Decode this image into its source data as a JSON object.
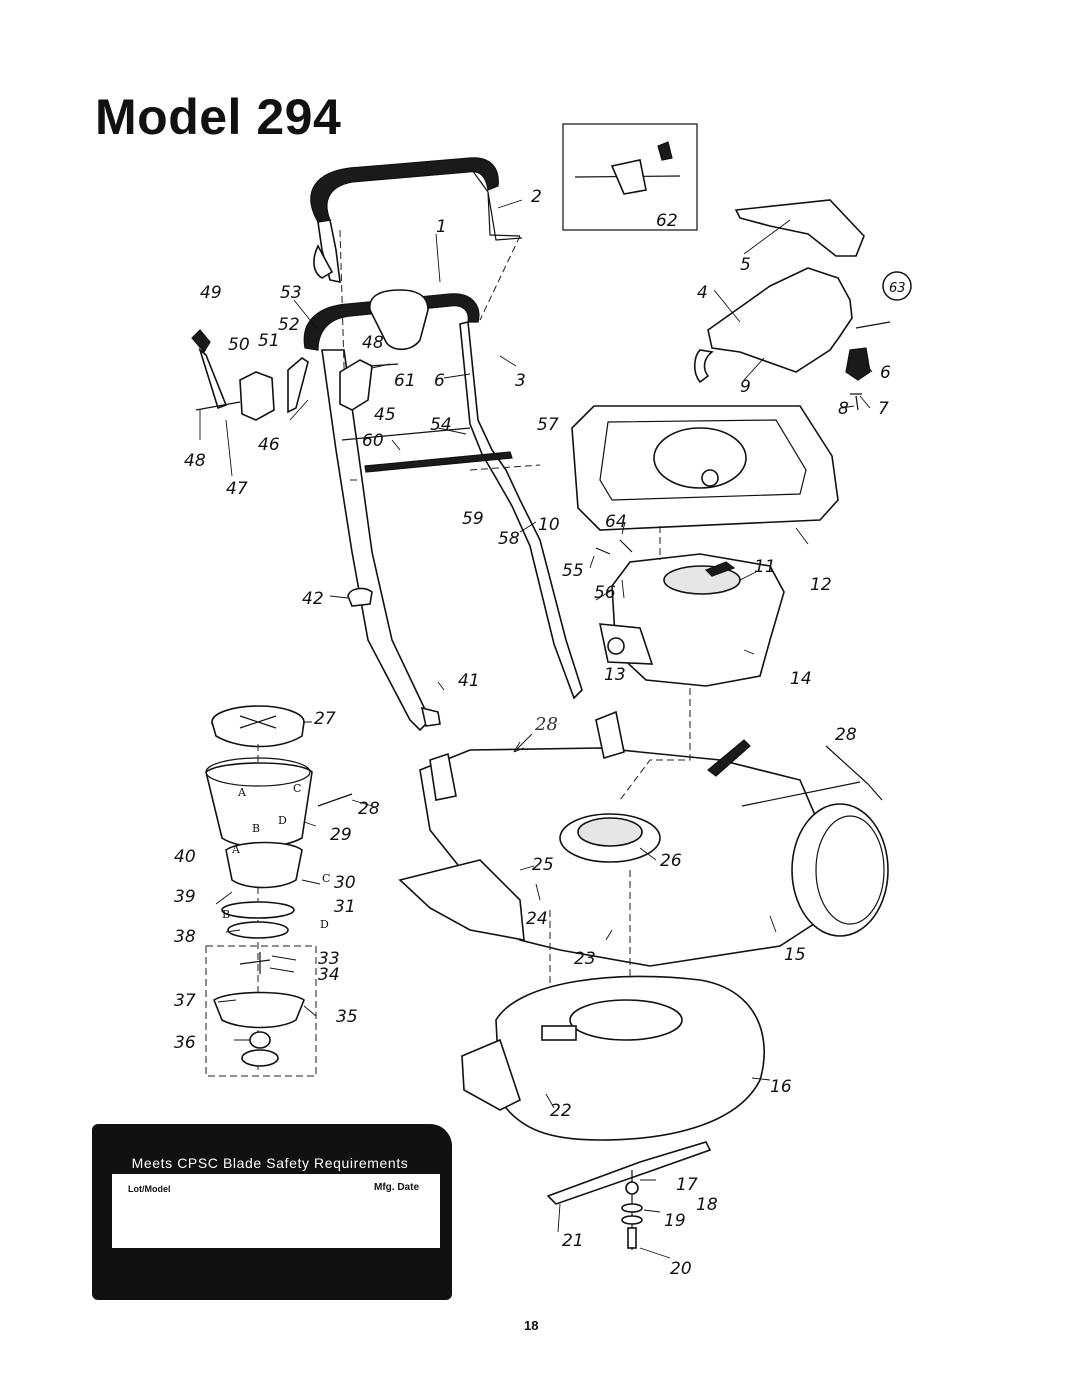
{
  "page": {
    "title": "Model 294",
    "page_number": "18"
  },
  "safety_label": {
    "heading": "Meets CPSC Blade Safety Requirements",
    "lot_model": "Lot/Model",
    "mfg_date": "Mfg. Date"
  },
  "callouts": [
    "1",
    "2",
    "3",
    "4",
    "5",
    "6",
    "6",
    "7",
    "8",
    "9",
    "10",
    "11",
    "12",
    "13",
    "14",
    "15",
    "16",
    "17",
    "18",
    "19",
    "20",
    "21",
    "22",
    "23",
    "24",
    "25",
    "26",
    "27",
    "28",
    "28",
    "29",
    "30",
    "31",
    "33",
    "34",
    "35",
    "36",
    "37",
    "38",
    "39",
    "40",
    "41",
    "42",
    "45",
    "46",
    "47",
    "48",
    "48",
    "49",
    "50",
    "51",
    "52",
    "53",
    "54",
    "55",
    "56",
    "57",
    "58",
    "59",
    "60",
    "61",
    "62",
    "63",
    "64"
  ],
  "letters": [
    "A",
    "B",
    "C",
    "D",
    "A",
    "B",
    "C",
    "D"
  ],
  "handwritten_note": "28"
}
